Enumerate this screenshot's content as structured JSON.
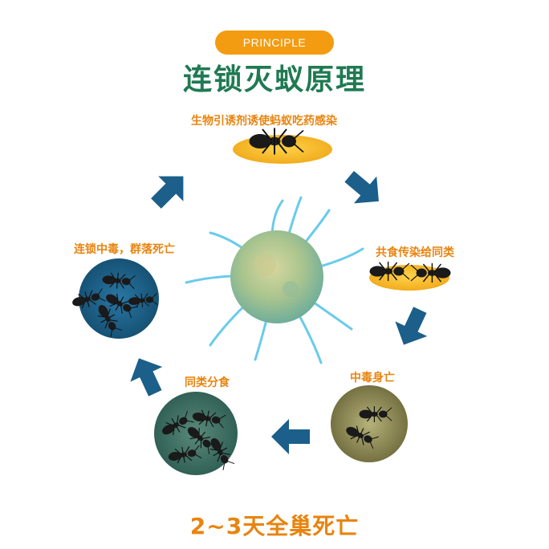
{
  "header": {
    "badge": "PRINCIPLE",
    "title": "连锁灭蚁原理"
  },
  "steps": [
    {
      "label": "生物引诱剂诱使蚂蚁吃药感染"
    },
    {
      "label": "共食传染给同类"
    },
    {
      "label": "中毒身亡"
    },
    {
      "label": "同类分食"
    },
    {
      "label": "连锁中毒，群落死亡"
    }
  ],
  "footer": {
    "text": "2~3天全巢死亡"
  },
  "colors": {
    "accent_orange": "#f39c12",
    "title_green": "#1f7a52",
    "arrow_blue": "#1b5f8a",
    "label_orange": "#e8840f"
  },
  "icons": [
    "ant-icon",
    "arrow-icon",
    "germ-icon"
  ]
}
